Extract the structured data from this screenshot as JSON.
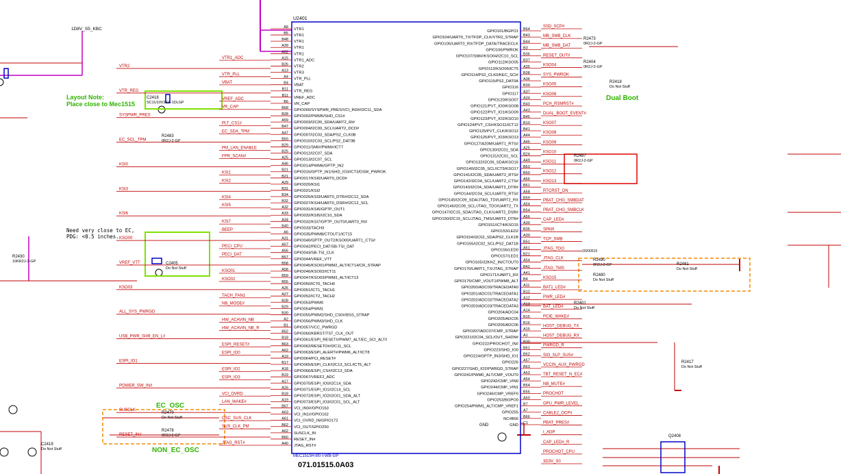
{
  "sheet": {
    "chip_refdes": "U2401",
    "chip_partno": "071.01515.0A03",
    "chip_footer": "MEC1515H-B0-I-WB-GP",
    "power_net": "1D8V_S5_KBC",
    "layout_note_title": "Layout Note:",
    "layout_note_body": "Place close to Mec1515",
    "route_note_1": "Need very close to EC,",
    "route_note_2": "PDG: <0.5 inches.",
    "dual_boot_label": "Dual Boot",
    "ec_osc_label": "EC_OSC",
    "non_ec_osc_label": "NON_EC_OSC",
    "gnd_pin": "GND",
    "date_note": "20200515"
  },
  "left_pins": [
    {
      "n": "A8",
      "s": "VTR1"
    },
    {
      "n": "B5",
      "s": "VTR1"
    },
    {
      "n": "B48",
      "s": "VTR1"
    },
    {
      "n": "A39",
      "s": "VTR1"
    },
    {
      "n": "A52",
      "s": "VTR1"
    },
    {
      "n": "A15",
      "s": "VTR1_ADC"
    },
    {
      "n": "B26",
      "s": "VTR2"
    },
    {
      "n": "A13",
      "s": "VTR3"
    },
    {
      "n": "A4",
      "s": "VTR_PLL"
    },
    {
      "n": "B4",
      "s": "VBAT"
    },
    {
      "n": "B11",
      "s": "VTR_REG"
    },
    {
      "n": "B11",
      "s": "VREF_ADC"
    },
    {
      "n": "B6",
      "s": "VR_CAP"
    },
    {
      "n": "B68",
      "s": "GPIO000/SYSPWR_PRES/VCI_IN3#/I2C11_SDA"
    },
    {
      "n": "B28",
      "s": "GPIO002/PWM5/SHD_CS1#"
    },
    {
      "n": "A59",
      "s": "GPIO003/I2C00_SDA/UART2_RI#"
    },
    {
      "n": "B47",
      "s": "GPIO004/I2C00_SCL/UART2_DCD#"
    },
    {
      "n": "A47",
      "s": "GPIO007/I2C03_SDA/PS2_CLK0B"
    },
    {
      "n": "B50",
      "s": "GPIO010/I2C03_SCL/PS2_DAT0B"
    },
    {
      "n": "B29",
      "s": "GPIO011/SMI#/PWM#/ICT7"
    },
    {
      "n": "B25",
      "s": "GPIO012/I2C07_SDA"
    },
    {
      "n": "A25",
      "s": "GPIO013/I2C07_SCL"
    },
    {
      "n": "A46",
      "s": "GPIO014/PWM6/GPTP_IN2"
    },
    {
      "n": "B21",
      "s": "GPIO016/GPTP_IN1/SHD_IO3/ICT3/DSW_PWROK"
    },
    {
      "n": "B21",
      "s": "GPIO017/KSI0/UART0_DCD#"
    },
    {
      "n": "A29",
      "s": "GPIO020/KSI1"
    },
    {
      "n": "B31",
      "s": "GPIO021/KSI2"
    },
    {
      "n": "B34",
      "s": "GPIO026/KSI3/UART0_DTR#/I2C12_SDA"
    },
    {
      "n": "B32",
      "s": "GPIO027/KSI4/UART0_DSR#/I2C12_SCL"
    },
    {
      "n": "A32",
      "s": "GPIO031/KSI6/GPTP_OUT1"
    },
    {
      "n": "A33",
      "s": "GPIO032/KSI5/I2C10_SDA"
    },
    {
      "n": "A34",
      "s": "GPIO032/KSI7/GPTP_OUT0/UART0_RI#"
    },
    {
      "n": "B40",
      "s": "GPIO033/TACH3"
    },
    {
      "n": "A6",
      "s": "GPIO035/PWM8/CTOUT1/ICT15"
    },
    {
      "n": "A31",
      "s": "GPIO040/GPTP_OUT2/KSO00/UART1_CTS#"
    },
    {
      "n": "A57",
      "s": "GPIO042/PECI_DAT/SB-TSI_DAT"
    },
    {
      "n": "A56",
      "s": "GPIO043/SB-TSI_CLK"
    },
    {
      "n": "B57",
      "s": "GPIO044/VREF_VTT"
    },
    {
      "n": "B58",
      "s": "GPIO045/KSO01/PWM2_ALT/ICT14/CR_STRAP"
    },
    {
      "n": "A58",
      "s": "GPIO046/KSO02/ICT11"
    },
    {
      "n": "B59",
      "s": "GPIO047/KSO03/PWM3_ALT/ICT13"
    },
    {
      "n": "B55",
      "s": "GPIO050/ICT0_TACH0"
    },
    {
      "n": "A26",
      "s": "GPIO051/ICT1_TACH1"
    },
    {
      "n": "A27",
      "s": "GPIO052/ICT2_TACH2"
    },
    {
      "n": "B28",
      "s": "GPIO053/PWM0"
    },
    {
      "n": "B29",
      "s": "GPIO054/PWM1"
    },
    {
      "n": "B30",
      "s": "GPIO055/PWM2/SHD_CS0#/BSS_STRAP"
    },
    {
      "n": "A2",
      "s": "GPIO056/PWM3/SHD_CLK"
    },
    {
      "n": "B1",
      "s": "GPIO057/VCC_PWRGD"
    },
    {
      "n": "B52",
      "s": "GPIO060/KBRST/TST_CLK_OUT"
    },
    {
      "n": "B18",
      "s": "GPIO061/ESPI_RESET#/PWM7_ALT/EC_SCI_ALT#"
    },
    {
      "n": "B63",
      "s": "GPIO062/RESETO#/I2C11_SCL"
    },
    {
      "n": "A62",
      "s": "GPIO063/ESPI_ALERT#/PWM6_ALT/ICT8"
    },
    {
      "n": "A19",
      "s": "GPIO064/PCI_RESET#"
    },
    {
      "n": "B17",
      "s": "GPIO065/ESPI_CLK/I2C13_SCL/ICT5_ALT"
    },
    {
      "n": "A18",
      "s": "GPIO066/ESPI_CS#/I2C13_SDA"
    },
    {
      "n": "B19",
      "s": "GPIO067/VREF2_ADC"
    },
    {
      "n": "A17",
      "s": "GPIO070/ESPI_IO0/I2C14_SDA"
    },
    {
      "n": "A16",
      "s": "GPIO071/ESPI_IO1/I2C14_SCL"
    },
    {
      "n": "B18",
      "s": "GPIO072/ESPI_IO2/I2C01_SDA_ALT"
    },
    {
      "n": "A19",
      "s": "GPIO073/ESPI_IO3/I2C01_SCL_ALT"
    },
    {
      "n": "B67",
      "s": "VCI_IN0#/GPIO163"
    },
    {
      "n": "A63",
      "s": "VCI_IN1#/GPIO162"
    },
    {
      "n": "A61",
      "s": "VCI_OVRD_IN/GPIO172"
    },
    {
      "n": "B62",
      "s": "VCI_OUT/GPIO250"
    },
    {
      "n": "A62",
      "s": "SUSCLK_IN"
    },
    {
      "n": "B60",
      "s": "RESET_IN#"
    },
    {
      "n": "A40",
      "s": "JTAG_RST#"
    }
  ],
  "right_pins": [
    {
      "n": "B64",
      "s": "GPIO101/BGPO1"
    },
    {
      "n": "B43",
      "s": "GPIO104/UART0_TX/TFDP_CLK/VTR2_STRAP"
    },
    {
      "n": "B44",
      "s": "GPIO105/UART0_RX/TFDP_DATA/TRACECLK"
    },
    {
      "n": "B3",
      "s": "GPIO106/PWROK"
    },
    {
      "n": "B36",
      "s": "GPIO107/SMI#/KSO04/I2C10_SCL"
    },
    {
      "n": "B37",
      "s": "GPIO112/KSO05"
    },
    {
      "n": "A35",
      "s": "GPIO113/KSO06/ICT5"
    },
    {
      "n": "B38",
      "s": "GPIO114/PS2_CLK0/KEC_SCI#"
    },
    {
      "n": "A36",
      "s": "GPIO115/PS2_DAT0A"
    },
    {
      "n": "B39",
      "s": "GPIO116"
    },
    {
      "n": "A37",
      "s": "GPIO117"
    },
    {
      "n": "A34",
      "s": "GPIO120/KSO07"
    },
    {
      "n": "B40",
      "s": "GPIO121/PVT_IO0/KSO08"
    },
    {
      "n": "A43",
      "s": "GPIO122/PVT_IO1/KSO09"
    },
    {
      "n": "B45",
      "s": "GPIO123/PVT_IO2/KSO10"
    },
    {
      "n": "B10",
      "s": "GPIO124/PVT_CS#/KSO11/ICT12"
    },
    {
      "n": "B41",
      "s": "GPIO125/PVT_CLK/KSO12"
    },
    {
      "n": "A44",
      "s": "GPIO126/PVT_IO3/KSO13"
    },
    {
      "n": "A46",
      "s": "GPIO127/A20M/UART1_RTS#"
    },
    {
      "n": "A25",
      "s": "GPIO130/I2C01_SDA"
    },
    {
      "n": "B24",
      "s": "GPIO131/I2C01_SCL"
    },
    {
      "n": "A49",
      "s": "GPIO132/I2C06_SDA/KSO16"
    },
    {
      "n": "B53",
      "s": "GPIO140/I2C05_SCL/ICT5/KSO17"
    },
    {
      "n": "B50",
      "s": "GPIO141/I2C05_SDA/UART2_RTS#"
    },
    {
      "n": "A55",
      "s": "GPIO142/I2C04_SCL/UART2_CTS#"
    },
    {
      "n": "B61",
      "s": "GPIO143/I2C04_SDA/UART2_DTR#"
    },
    {
      "n": "A58",
      "s": "GPIO144/I2C04_SCL/UART0_RTS#"
    },
    {
      "n": "B59",
      "s": "GPIO145/I2C09_SDA/JTAG_TDI/UART2_RX"
    },
    {
      "n": "A54",
      "s": "GPIO146/I2C09_SCL/JTAG_TDO/UART2_TX"
    },
    {
      "n": "B54",
      "s": "GPIO147/I2C15_SDA/JTAG_CLK/UART2_DSR#"
    },
    {
      "n": "A56",
      "s": "GPIO150/I2C15_SCL/JTAG_TMS/UART2_DTR#"
    },
    {
      "n": "A30",
      "s": "GPIO151/ICT4/KSO15"
    },
    {
      "n": "B35",
      "s": "GPIO153/LED2"
    },
    {
      "n": "A30",
      "s": "GPIO154/I2C02_SDA/PS2_CLK1B"
    },
    {
      "n": "B51",
      "s": "GPIO155/I2C02_SCL/PS2_DAT1B"
    },
    {
      "n": "A51",
      "s": "GPIO156/LED0"
    },
    {
      "n": "B21",
      "s": "GPIO157/LED1"
    },
    {
      "n": "A54",
      "s": "GPIO165/32KHZ_IN/CTOUT0"
    },
    {
      "n": "B42",
      "s": "GPIO170/UART1_TX/JTAG_STRAP"
    },
    {
      "n": "A41",
      "s": "GPIO171/UART1_RX"
    },
    {
      "n": "B4",
      "s": "GPIO175/CMP_VOUT1/PWM8_ALT"
    },
    {
      "n": "A11",
      "s": "GPIO200/ADC00/TRACEDATA0"
    },
    {
      "n": "B12",
      "s": "GPIO201/ADC01/TRACEDATA1"
    },
    {
      "n": "A12",
      "s": "GPIO202/ADC02/TRACEDATA2"
    },
    {
      "n": "A13",
      "s": "GPIO203/ADC03/TRACEDATA3"
    },
    {
      "n": "A14",
      "s": "GPIO204/ADC04"
    },
    {
      "n": "B15",
      "s": "GPIO205/ADC05"
    },
    {
      "n": "B16",
      "s": "GPIO206/ADC06"
    },
    {
      "n": "A15",
      "s": "GPIO207/ADC07/CMP_STRAP"
    },
    {
      "n": "A1",
      "s": "GPIO221/I2C04_SCL/OUT_SHDN#"
    },
    {
      "n": "B30",
      "s": "GPIO222/PROCHOT_IN#"
    },
    {
      "n": "B61",
      "s": "GPIO223/SHD_IO0"
    },
    {
      "n": "B62",
      "s": "GPIO224/GPTP_IN3/SHD_IO1"
    },
    {
      "n": "A57",
      "s": "GPIO226"
    },
    {
      "n": "B63",
      "s": "GPIO227/SHD_IO2/PWRGD_STRAP"
    },
    {
      "n": "A53",
      "s": "GPIO241/PWM0_ALT/CMP_VOUT0"
    },
    {
      "n": "A54",
      "s": "GPIO242/CMP_VIN0"
    },
    {
      "n": "B54",
      "s": "GPIO244/CMP_VIN1"
    },
    {
      "n": "B55",
      "s": "GPIO246/CMP_VREF0"
    },
    {
      "n": "A60",
      "s": "GPIO253/BGPO0"
    },
    {
      "n": "B7",
      "s": "GPIO254/PWM1_ALT/CMP_VREF1"
    },
    {
      "n": "A7",
      "s": "GPIO255"
    },
    {
      "n": "B66",
      "s": "NC#B66"
    },
    {
      "n": "C1",
      "s": "GND"
    }
  ],
  "left_nets": [
    "VTR1_ADC",
    "VTR2",
    "VTR_PLL",
    "VBAT",
    "VTR_REG",
    "VREF_ADC",
    "VR_CAP",
    "SYSPWR_PRES",
    "PLT_CS1#",
    "EC_SDA_TPM",
    "EC_SCL_TPM",
    "PM_LAN_ENABLE",
    "FPR_SCAN#",
    "KSI0",
    "KSI1",
    "KSI2",
    "KSI3",
    "KSI4",
    "KSI5",
    "KSI6",
    "KSI7",
    "BEEP",
    "KSO00",
    "PECI_CPU",
    "PECI_DAT",
    "VREF_VTT",
    "KSO01",
    "KSO02",
    "KSO03",
    "TACH_FAN1",
    "NB_MODE#",
    "ALL_SYS_PWRGD",
    "HW_ACAVIN_NB",
    "HW_ACAVIN_NB_R",
    "USB_PWR_SHR_EN_L#",
    "ESPI_RESET#",
    "ESPI_IO0",
    "ESPI_IO1",
    "ESPI_IO2",
    "ESPI_IO3",
    "POWER_SW_IN#",
    "VCI_OVRD",
    "LAN_WAKE#",
    "SUSCLK",
    "OSC_SUS_CLK",
    "SUS_CLK_PM",
    "RESET_IN#",
    "JTAG_RST#"
  ],
  "right_nets": [
    "SSD_SCP#",
    "MB_SMB_CLK",
    "MB_SMB_DAT",
    "RESET_OUT#",
    "KSO04",
    "SYS_PWROK",
    "KSO05",
    "KSO06",
    "PCH_RSMRST#",
    "DUAL_BOOT_EVENT#",
    "KSO07",
    "KSO08",
    "KSO09",
    "KSO10",
    "KSO11",
    "KSO12",
    "KSO13",
    "RTCRST_ON",
    "PBAT_CHG_SMBDAT",
    "PBAT_CHG_SMBCLK",
    "CAP_LED#",
    "SPKR",
    "TCP_SMB",
    "JTAG_TDO",
    "JTAG_CLK",
    "JTAG_TMS",
    "KSO15",
    "BAT1_LED#",
    "PWR_LED#",
    "BAT_LED#",
    "PCIE_WAKE#",
    "HOST_DEBUG_TX",
    "HOST_DEBUG_RX",
    "PWRGD_R",
    "SIO_SLP_SUS#",
    "VCCIN_AUX_PWRGD",
    "TBT_RESET_N_EC#",
    "NB_MUTE#",
    "PROCHOT",
    "GPU_PWR_LEVEL",
    "CABLE2_OCP#",
    "PBAT_PRES#",
    "I_ADP",
    "CAP_LED#_R",
    "PROCHOT_CPU",
    "3D3V_S0"
  ],
  "parts": [
    {
      "ref": "R2473",
      "val": "0R2J-2-GP"
    },
    {
      "ref": "R2404",
      "val": "0R2J-2-GP"
    },
    {
      "ref": "R2418",
      "val": "Do Not Stuff"
    },
    {
      "ref": "R2487",
      "val": "0R2J-2-GP"
    },
    {
      "ref": "R2483",
      "val": "0R2J-2-GP"
    },
    {
      "ref": "C2418",
      "val": "SC1U10V2KX-1DLGP"
    },
    {
      "ref": "C2405",
      "val": "Do Not Stuff"
    },
    {
      "ref": "R2430",
      "val": "10KR2J-3-GP"
    },
    {
      "ref": "R2490",
      "val": "0R2J-2-GP"
    },
    {
      "ref": "R2480",
      "val": "Do Not Stuff"
    },
    {
      "ref": "R2481",
      "val": "Do Not Stuff"
    },
    {
      "ref": "R2401",
      "val": "Do Not Stuff"
    },
    {
      "ref": "R2417",
      "val": "Do Not Stuff"
    },
    {
      "ref": "R2479",
      "val": "Do Not Stuff"
    },
    {
      "ref": "R2478",
      "val": "0R2J-2-GP"
    },
    {
      "ref": "Q2408",
      "val": ""
    },
    {
      "ref": "C2419",
      "val": "Do Not Stuff"
    }
  ],
  "colors": {
    "wire": "#c00000",
    "chip": "#0000c8",
    "power": "#c000c0",
    "note": "#2fb400",
    "highlight": "#e00000",
    "osc_box": "#f08a00"
  }
}
